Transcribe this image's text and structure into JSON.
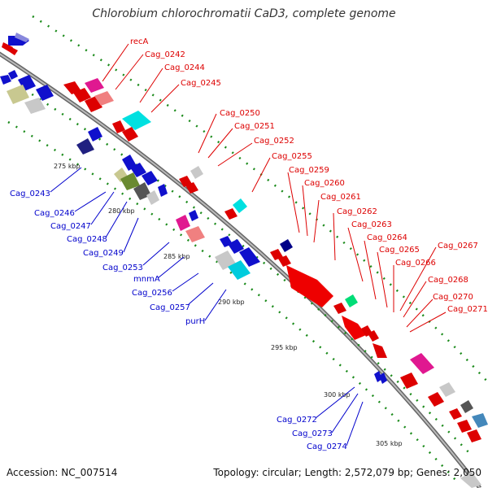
{
  "title": "Chlorobium chlorochromatii CaD3, complete genome",
  "footer": {
    "accession": "Accession: NC_007514",
    "summary": "Topology: circular; Length: 2,572,079 bp; Genes: 2,050"
  },
  "colors": {
    "backbone": "#808080",
    "tick": "#1a8a1a",
    "forward_label": "#dd0000",
    "reverse_label": "#0000cc"
  },
  "ticks": [
    "275 kbp",
    "280 kbp",
    "285 kbp",
    "290 kbp",
    "295 kbp",
    "300 kbp",
    "305 kbp"
  ],
  "forward_labels": [
    "recA",
    "Cag_0242",
    "Cag_0244",
    "Cag_0245",
    "Cag_0250",
    "Cag_0251",
    "Cag_0252",
    "Cag_0255",
    "Cag_0259",
    "Cag_0260",
    "Cag_0261",
    "Cag_0262",
    "Cag_0263",
    "Cag_0264",
    "Cag_0265",
    "Cag_0266",
    "Cag_0267",
    "Cag_0268",
    "Cag_0270",
    "Cag_0271"
  ],
  "reverse_labels": [
    "Cag_0243",
    "Cag_0246",
    "Cag_0247",
    "Cag_0248",
    "Cag_0249",
    "Cag_0253",
    "mnmA",
    "Cag_0256",
    "Cag_0257",
    "purH",
    "Cag_0272",
    "Cag_0273",
    "Cag_0274"
  ]
}
